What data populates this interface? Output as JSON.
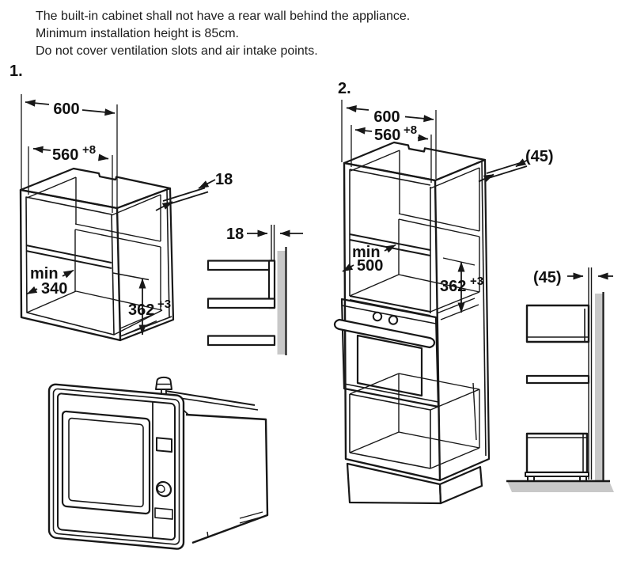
{
  "notes": {
    "line1": "The built-in cabinet shall not have a rear wall behind the appliance.",
    "line2": "Minimum installation height is 85cm.",
    "line3": "Do not cover ventilation slots and air intake points."
  },
  "fig1": {
    "label": "1.",
    "outer_width": "600",
    "inner_width": "560",
    "inner_width_tol": "+8",
    "panel_thickness": "18",
    "depth_min_prefix": "min",
    "depth_min_value": "340",
    "niche_height": "362",
    "niche_height_tol": "+3",
    "side_gap": "18"
  },
  "fig2": {
    "label": "2.",
    "outer_width": "600",
    "inner_width": "560",
    "inner_width_tol": "+8",
    "top_gap": "(45)",
    "depth_min_prefix": "min",
    "depth_min_value": "500",
    "niche_height": "362",
    "niche_height_tol": "+3",
    "side_gap": "(45)"
  },
  "colors": {
    "ink": "#181818",
    "wall_gray": "#c8c8c8"
  }
}
